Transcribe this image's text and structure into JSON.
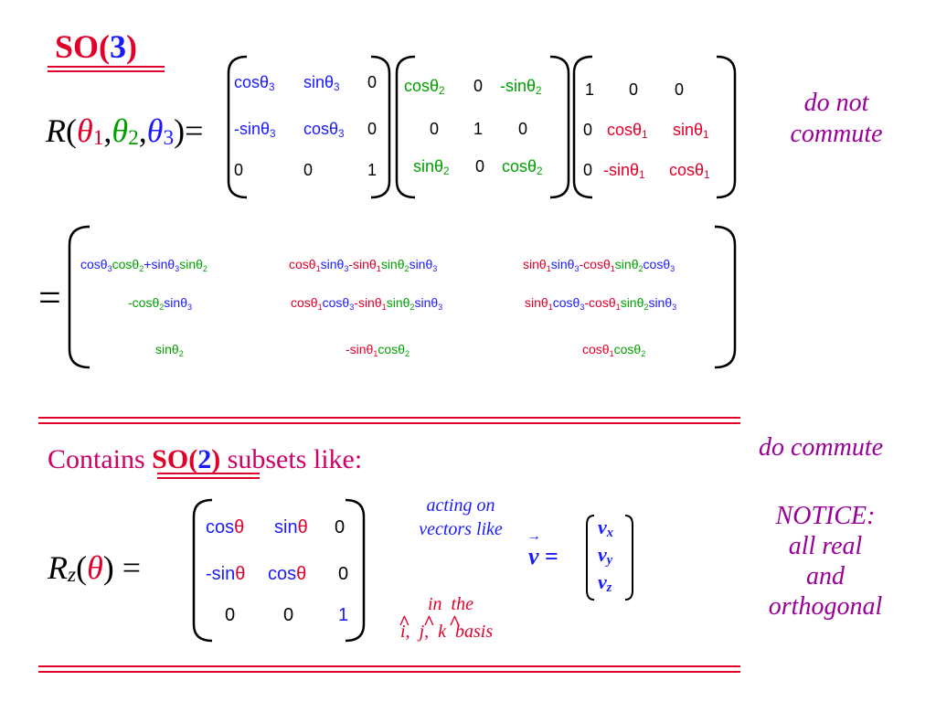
{
  "title": {
    "prefix": "SO(",
    "num": "3",
    "suffix": ")"
  },
  "rfunc": {
    "R": "R",
    "open": "(",
    "t": "θ",
    "s1": "1",
    "s2": "2",
    "s3": "3",
    "comma": ",",
    "close": ")=",
    "eq": "="
  },
  "theta": "θ",
  "m3": [
    [
      [
        "cos",
        "3"
      ],
      [
        "sin",
        "3"
      ],
      "0"
    ],
    [
      [
        "-sin",
        "3"
      ],
      [
        "cos",
        "3"
      ],
      "0"
    ],
    [
      "0",
      "0",
      "1"
    ]
  ],
  "m2": [
    [
      [
        "cos",
        "2"
      ],
      "0",
      [
        "-sin",
        "2"
      ]
    ],
    [
      "0",
      "1",
      "0"
    ],
    [
      [
        "sin",
        "2"
      ],
      "0",
      [
        "cos",
        "2"
      ]
    ]
  ],
  "m1": [
    [
      "1",
      "0",
      "0"
    ],
    [
      "0",
      [
        "cos",
        "1"
      ],
      [
        "sin",
        "1"
      ]
    ],
    [
      "0",
      [
        "-sin",
        "1"
      ],
      [
        "cos",
        "1"
      ]
    ]
  ],
  "notes": {
    "do_not": "do not",
    "commute1": "commute",
    "do_commute": "do commute",
    "notice": "NOTICE:",
    "all_real": "all real",
    "and": "and",
    "orthogonal": "orthogonal",
    "acting_on": "acting on",
    "vectors_like": "vectors like",
    "in_the": "in  the",
    "basis_i": "i,",
    "basis_j": "j,",
    "basis_k": "k",
    "basis": "basis",
    "hat": "^"
  },
  "contains": {
    "pre": "Contains ",
    "so": "SO(",
    "two": "2",
    "close": ")",
    "post": " subsets like:"
  },
  "rz": {
    "R": "R",
    "z": "z",
    "open": "(",
    "t": "θ",
    "close": ") ="
  },
  "mz": [
    [
      "cosθ",
      "sinθ",
      "0"
    ],
    [
      "-sinθ",
      "cosθ",
      "0"
    ],
    [
      "0",
      "0",
      "1"
    ]
  ],
  "vec": {
    "v": "v",
    "arrow": "→",
    "eq": " =",
    "vx": "v",
    "x": "x",
    "vy": "v",
    "y": "y",
    "vz": "v",
    "z": "z"
  },
  "colors": {
    "red": "#e0002a",
    "blue": "#1a1aff",
    "green": "#00a000",
    "purple": "#990099",
    "magenta": "#cc0066"
  }
}
